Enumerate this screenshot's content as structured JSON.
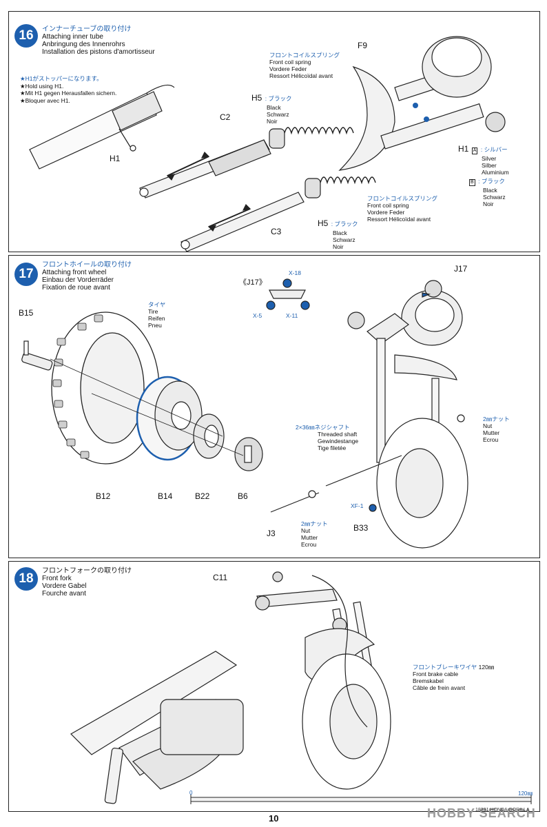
{
  "page_number": "10",
  "footer_code": "18331 HONDA GORILLA",
  "watermark": "HOBBY SEARCH",
  "steps": [
    {
      "number": "16",
      "title_jp": "インナーチューブの取り付け",
      "title_en": "Attaching inner tube",
      "title_de": "Anbringung des Innenrohrs",
      "title_fr": "Installation des pistons d'amortisseur",
      "note_jp": "★H1がストッパーになります。",
      "note_en": "★Hold using H1.",
      "note_de": "★Mit H1 gegen Herausfallen sichern.",
      "note_fr": "★Bloquer avec H1.",
      "spring_top": {
        "jp": "フロントコイルスプリング",
        "en": "Front coil spring",
        "de": "Vordere Feder",
        "fr": "Ressort Hélicoïdal avant"
      },
      "spring_bottom": {
        "jp": "フロントコイルスプリング",
        "en": "Front coil spring",
        "de": "Vordere Feder",
        "fr": "Ressort Hélicoïdal avant"
      },
      "h5_top": {
        "part": "H5",
        "jp": "ブラック",
        "en": "Black",
        "de": "Schwarz",
        "fr": "Noir"
      },
      "h5_bottom": {
        "part": "H5",
        "jp": "ブラック",
        "en": "Black",
        "de": "Schwarz",
        "fr": "Noir"
      },
      "h1": {
        "part": "H1",
        "code": "A",
        "jp": "シルバー",
        "en": "Silver",
        "de": "Silber",
        "fr": "Aluminium"
      },
      "b_color": {
        "code": "B",
        "jp": "ブラック",
        "en": "Black",
        "de": "Schwarz",
        "fr": "Noir"
      },
      "labels": {
        "f9": "F9",
        "c2": "C2",
        "c3": "C3",
        "h1_left": "H1"
      }
    },
    {
      "number": "17",
      "title_jp": "フロントホイールの取り付け",
      "title_en": "Attaching front wheel",
      "title_de": "Einbau der Vorderräder",
      "title_fr": "Fixation de roue avant",
      "tire": {
        "jp": "タイヤ",
        "en": "Tire",
        "de": "Reifen",
        "fr": "Pneu"
      },
      "shaft": {
        "jp": "2×36㎜ネジシャフト",
        "en": "Threaded shaft",
        "de": "Gewindestange",
        "fr": "Tige filetée"
      },
      "nut_right": {
        "jp": "2㎜ナット",
        "en": "Nut",
        "de": "Mutter",
        "fr": "Ecrou"
      },
      "nut_bottom": {
        "jp": "2㎜ナット",
        "en": "Nut",
        "de": "Mutter",
        "fr": "Ecrou"
      },
      "j17_detail": "《J17》",
      "labels": {
        "b15": "B15",
        "b12": "B12",
        "b14": "B14",
        "b22": "B22",
        "b6": "B6",
        "j17": "J17",
        "j3": "J3",
        "b33": "B33",
        "x18": "X-18",
        "x5": "X-5",
        "x11": "X-11",
        "xf1": "XF-1"
      }
    },
    {
      "number": "18",
      "title_jp": "フロントフォークの取り付け",
      "title_en": "Front fork",
      "title_de": "Vordere Gabel",
      "title_fr": "Fourche avant",
      "cable": {
        "jp": "フロントブレーキワイヤ",
        "length": "120㎜",
        "en": "Front brake cable",
        "de": "Bremskabel",
        "fr": "Câble de frein avant"
      },
      "labels": {
        "c11": "C11"
      },
      "ruler": {
        "start": "0",
        "end": "120㎜"
      }
    }
  ],
  "colors": {
    "accent_blue": "#1d5fae",
    "line": "#222222"
  }
}
